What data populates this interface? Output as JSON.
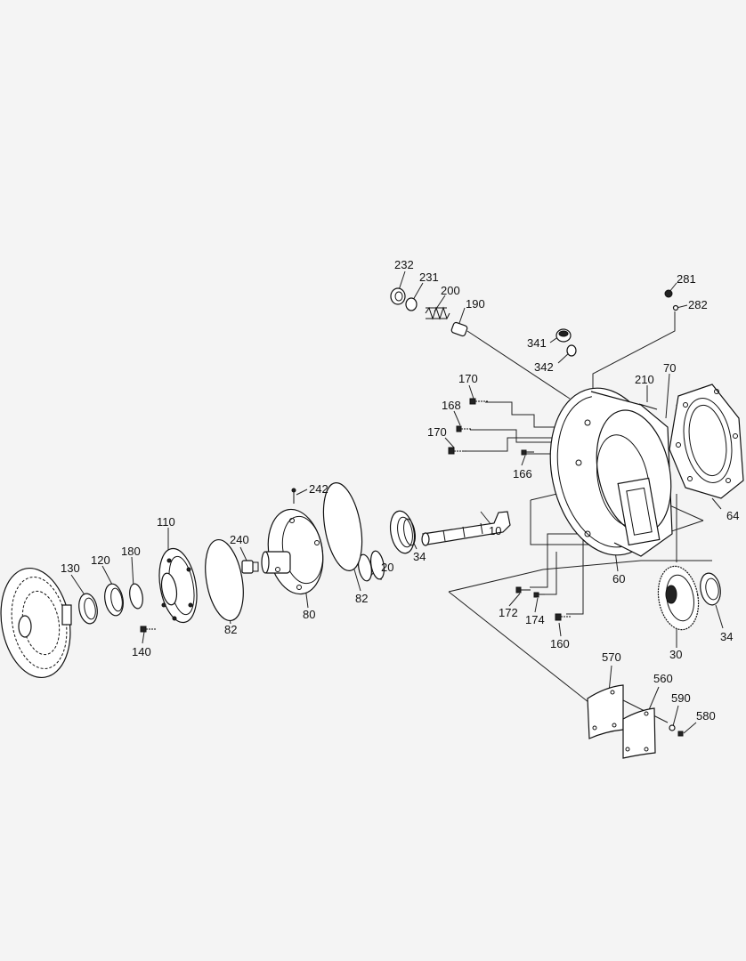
{
  "diagram": {
    "labels": {
      "l232": "232",
      "l231": "231",
      "l200": "200",
      "l190": "190",
      "l281": "281",
      "l282": "282",
      "l341": "341",
      "l342": "342",
      "l170a": "170",
      "l210": "210",
      "l70": "70",
      "l168": "168",
      "l170b": "170",
      "l166": "166",
      "l242": "242",
      "l64": "64",
      "l110": "110",
      "l240": "240",
      "l10": "10",
      "l180": "180",
      "l120": "120",
      "l130": "130",
      "l34a": "34",
      "l20": "20",
      "l60": "60",
      "l82b": "82",
      "l80": "80",
      "l172": "172",
      "l174": "174",
      "l82a": "82",
      "l34b": "34",
      "l140": "140",
      "l160": "160",
      "l30": "30",
      "l570": "570",
      "l560": "560",
      "l590": "590",
      "l580": "580"
    }
  }
}
